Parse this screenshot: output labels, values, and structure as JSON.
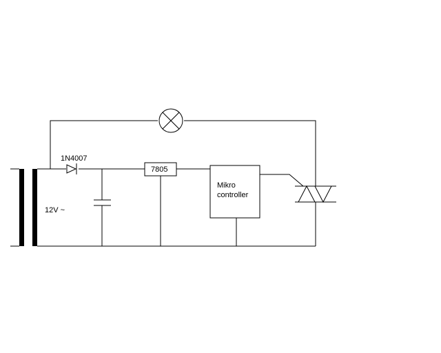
{
  "labels": {
    "diode": "1N4007",
    "regulator": "7805",
    "controller_line1": "Mikro",
    "controller_line2": "controller",
    "supply": "12V ~"
  },
  "components": {
    "lamp": "lamp-icon",
    "diode": "diode-icon",
    "capacitor": "capacitor-icon",
    "transformer": "transformer-icon",
    "triac": "triac-icon"
  },
  "colors": {
    "ink": "#000000",
    "background": "#ffffff"
  }
}
